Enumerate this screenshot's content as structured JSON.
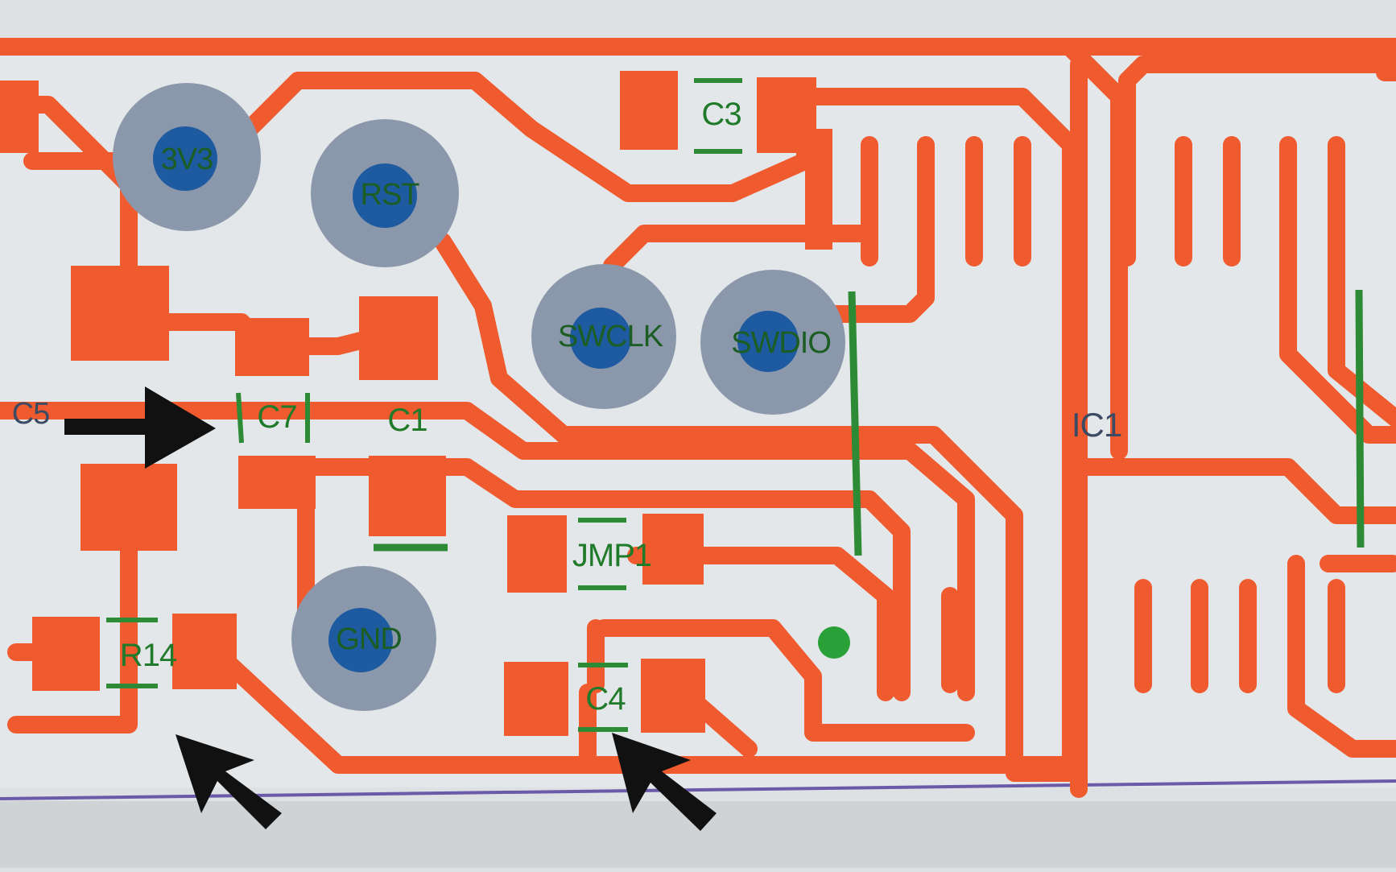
{
  "board": {
    "background": "#dfe3e6",
    "trace_color": "#ef5a2e",
    "silk_color": "#2d8a35",
    "pad_ring_color": "#8b98ac",
    "pad_hole_color": "#1d5aa0",
    "outline_color": "#6a5aa8"
  },
  "components": {
    "c3": "C3",
    "c7": "C7",
    "c1": "C1",
    "c5": "C5",
    "ic1": "IC1",
    "jmp1": "JMP1",
    "r14": "R14",
    "c4": "C4"
  },
  "testpoints": {
    "top_left": "3V3",
    "rst": "RST",
    "swclk": "SWCLK",
    "swdio": "SWDIO",
    "gnd": "GND"
  },
  "annotations": {
    "arrow_count": 3,
    "arrow_color": "#111111"
  }
}
